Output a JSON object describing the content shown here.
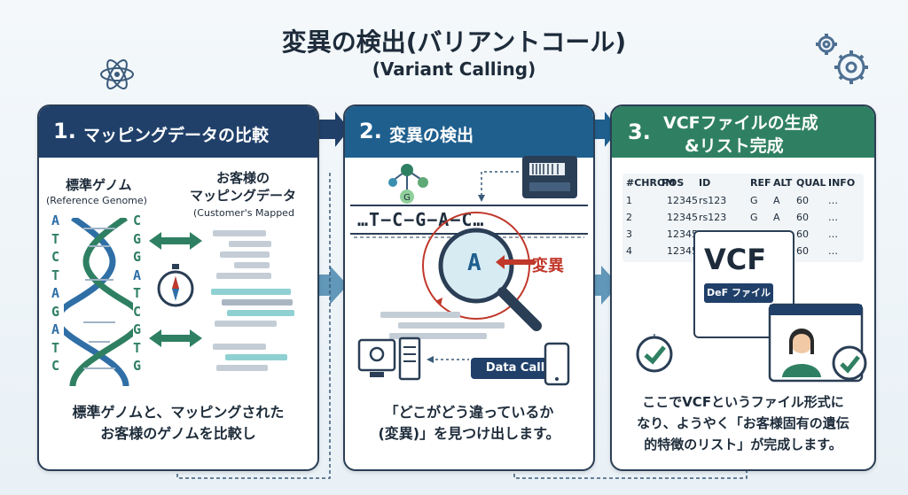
{
  "title": "変異の検出(バリアントコール)",
  "subtitle": "(Variant Calling)",
  "colors": {
    "navy": "#20406a",
    "teal": "#2f8062",
    "blue": "#1f5f8e",
    "red": "#c0392b"
  },
  "panel1": {
    "num": "1.",
    "header": "マッピングデータの比較",
    "ref_label": "標準ゲノム",
    "ref_sub": "(Reference Genome)",
    "cust_label1": "お客様の",
    "cust_label2": "マッピングデータ",
    "cust_sub": "(Customer's Mapped",
    "left_bases": [
      "A",
      "T",
      "C",
      "T",
      "A",
      "G",
      "A",
      "T",
      "C"
    ],
    "right_bases": [
      "C",
      "G",
      "G",
      "A",
      "T",
      "C",
      "G",
      "T",
      "G"
    ],
    "caption1": "標準ゲノムと、マッピングされた",
    "caption2": "お客様のゲノムを比較し"
  },
  "panel2": {
    "num": "2.",
    "header": "変異の検出",
    "sequence": "…T−C−G−A−C…",
    "variant_base": "A",
    "variant_label": "変異",
    "node_label": "G",
    "data_call": "Data Call",
    "caption1": "「どこがどう違っているか",
    "caption2": "(変異)」を見つけ出します。"
  },
  "panel3": {
    "num": "3.",
    "header1": "VCFファイルの生成",
    "header2": "&リスト完成",
    "columns": [
      "#CHROM",
      "POS",
      "ID",
      "REF",
      "ALT",
      "QUAL",
      "INFO"
    ],
    "rows": [
      [
        "1",
        "12345",
        "rs123",
        "G",
        "A",
        "60",
        "…"
      ],
      [
        "2",
        "12345",
        "rs123",
        "G",
        "A",
        "60",
        "…"
      ],
      [
        "3",
        "12345",
        "",
        "",
        "",
        "60",
        "…"
      ],
      [
        "4",
        "12345",
        "",
        "",
        "",
        "60",
        "…"
      ]
    ],
    "vcf_text": "VCF",
    "vcf_tag": "DeF ファイル",
    "caption1": "ここでVCFというファイル形式に",
    "caption2": "なり、ようやく「お客様固有の遺伝",
    "caption3": "的特徴のリスト」が完成します。"
  }
}
